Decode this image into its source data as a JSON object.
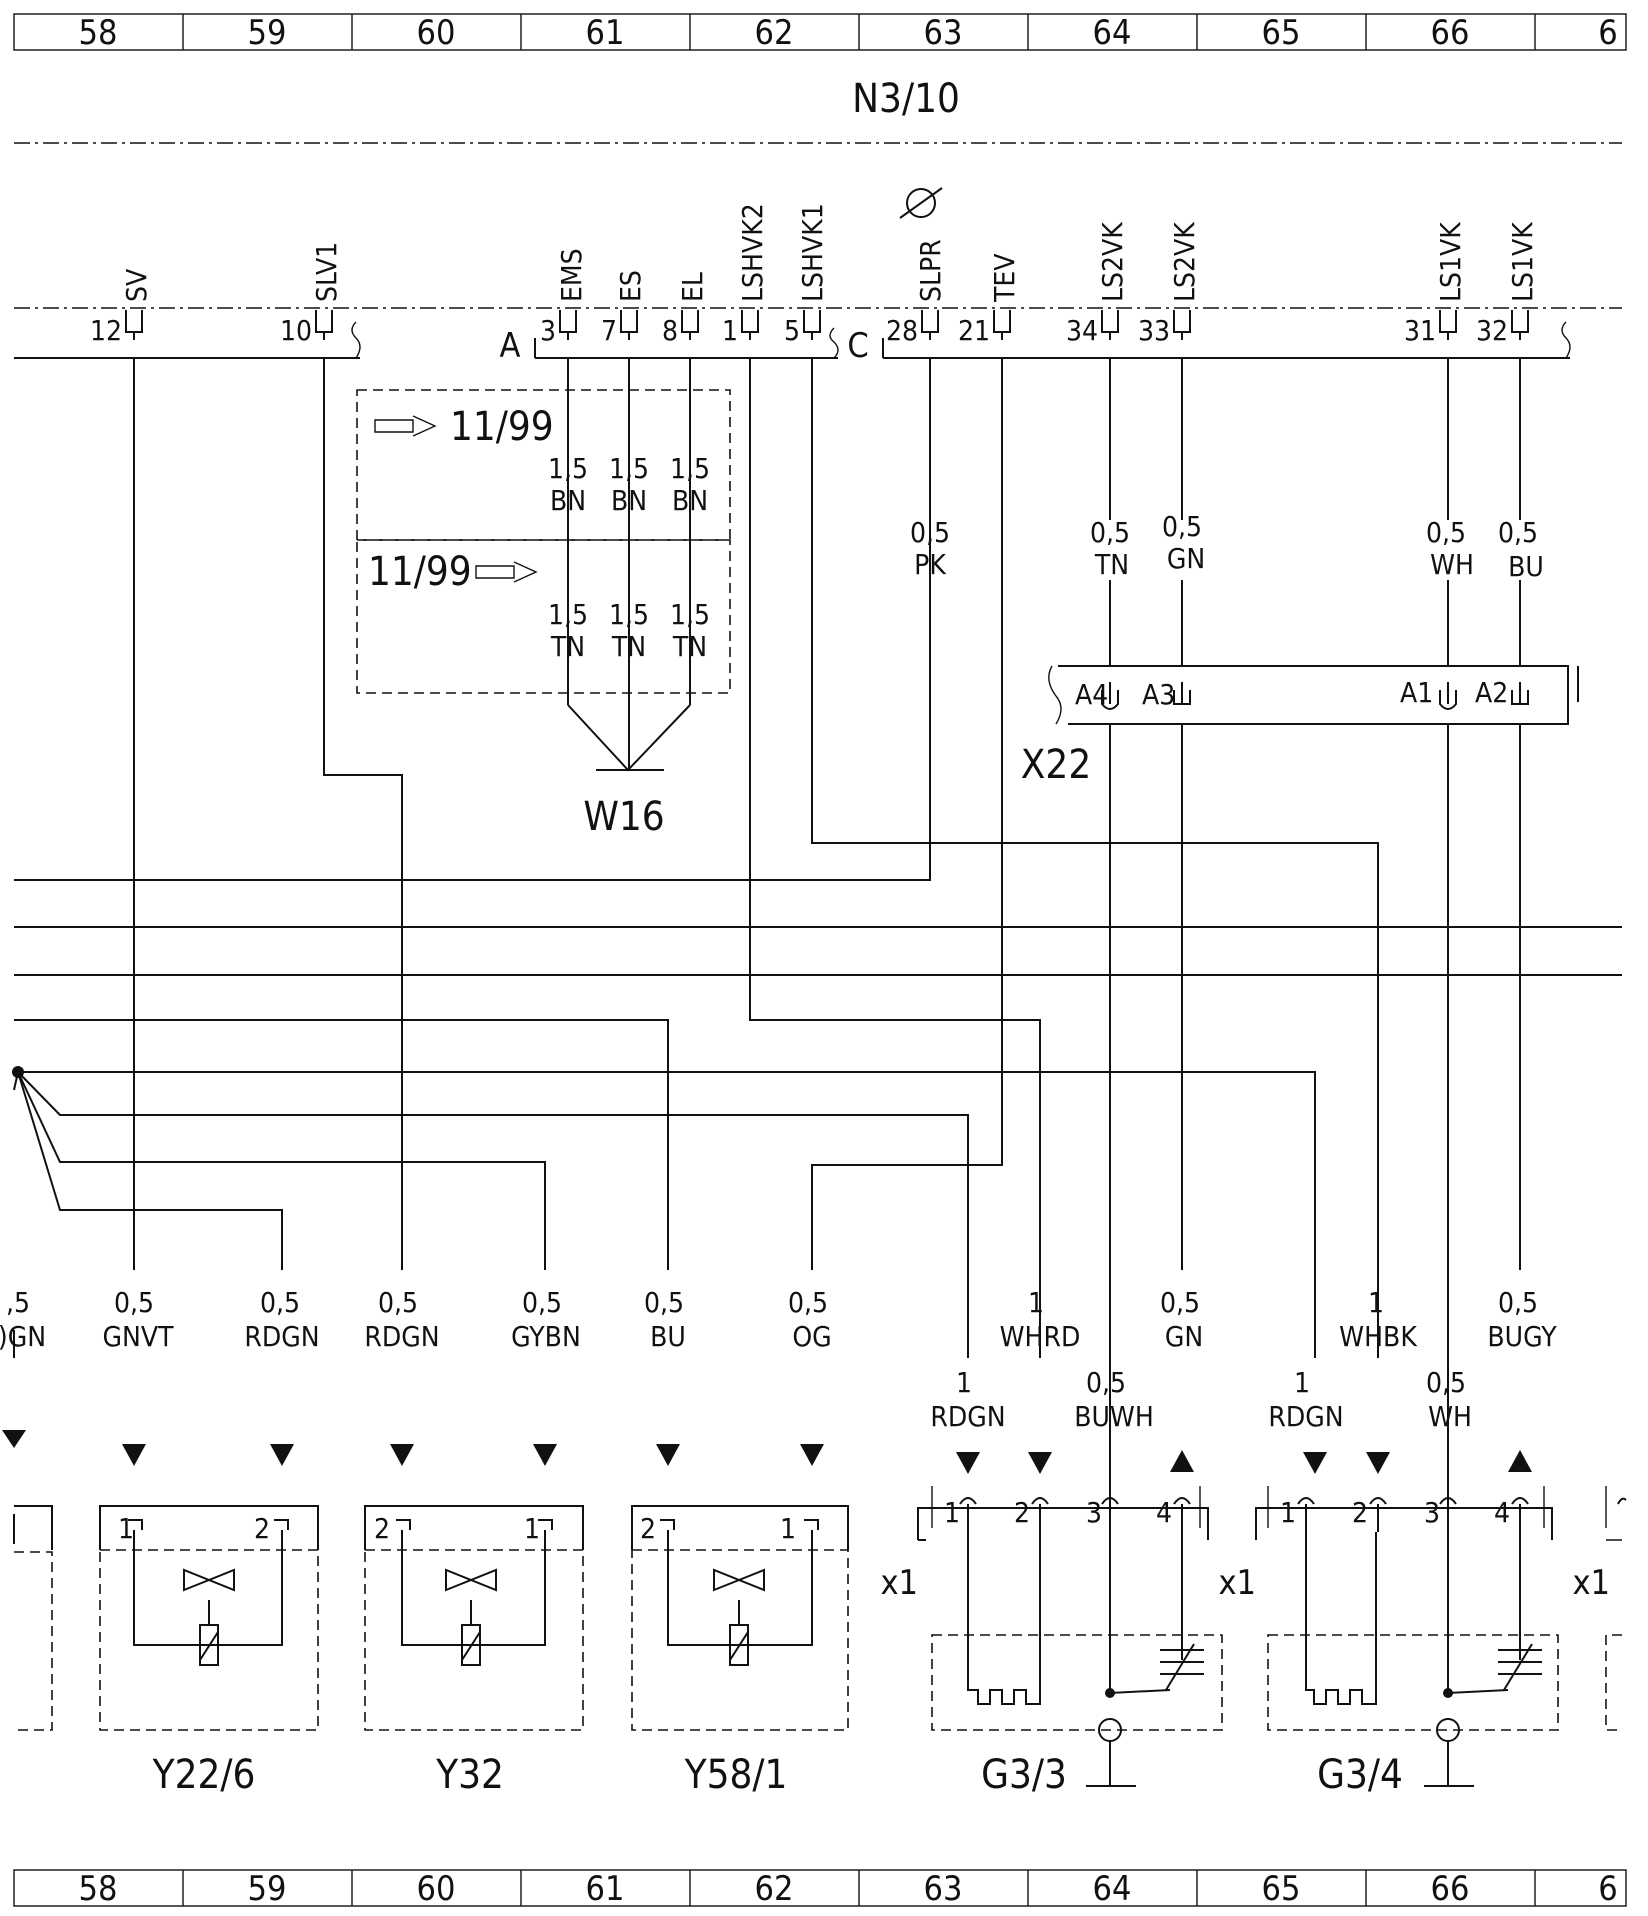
{
  "grid": [
    "58",
    "59",
    "60",
    "61",
    "62",
    "63",
    "64",
    "65",
    "66",
    "6"
  ],
  "title": "N3/10",
  "connectors": {
    "a": "A",
    "c": "C",
    "x22": "X22",
    "x1": "x1"
  },
  "ground_label": "W16",
  "date_note": "11/99",
  "pins_top": [
    {
      "name": "SV",
      "num": "12"
    },
    {
      "name": "SLV1",
      "num": "10"
    },
    {
      "name": "EMS",
      "num": "3"
    },
    {
      "name": "ES",
      "num": "7"
    },
    {
      "name": "EL",
      "num": "8"
    },
    {
      "name": "LSHVK2",
      "num": "1"
    },
    {
      "name": "LSHVK1",
      "num": "5"
    },
    {
      "name": "SLPR",
      "num": "28"
    },
    {
      "name": "TEV",
      "num": "21"
    },
    {
      "name": "LS2VK",
      "num": "34"
    },
    {
      "name": "LS2VK",
      "num": "33"
    },
    {
      "name": "LS1VK",
      "num": "31"
    },
    {
      "name": "LS1VK",
      "num": "32"
    }
  ],
  "w16_wires": [
    {
      "s1": "1,5",
      "c1": "BN",
      "s2": "1,5",
      "c2": "TN"
    },
    {
      "s1": "1,5",
      "c1": "BN",
      "s2": "1,5",
      "c2": "TN"
    },
    {
      "s1": "1,5",
      "c1": "BN",
      "s2": "1,5",
      "c2": "TN"
    }
  ],
  "upper_wires": [
    {
      "size": "0,5",
      "color": "PK"
    },
    {
      "size": "0,5",
      "color": "TN"
    },
    {
      "size": "0,5",
      "color": "GN"
    },
    {
      "size": "0,5",
      "color": "WH"
    },
    {
      "size": "0,5",
      "color": "BU"
    }
  ],
  "x22_pins": [
    "A4",
    "A3",
    "A1",
    "A2"
  ],
  "lower_wires": [
    {
      "size": ",5",
      "color": ")GN"
    },
    {
      "size": "0,5",
      "color": "GNVT"
    },
    {
      "size": "0,5",
      "color": "RDGN"
    },
    {
      "size": "0,5",
      "color": "RDGN"
    },
    {
      "size": "0,5",
      "color": "GYBN"
    },
    {
      "size": "0,5",
      "color": "BU"
    },
    {
      "size": "0,5",
      "color": "OG"
    },
    {
      "size": "1",
      "color": "WHRD"
    },
    {
      "size": "0,5",
      "color": "GN"
    },
    {
      "size": "1",
      "color": "WHBK"
    },
    {
      "size": "0,5",
      "color": "BUGY"
    }
  ],
  "sensor_wires": [
    {
      "size": "1",
      "color": "RDGN"
    },
    {
      "size": "0,5",
      "color": "BUWH"
    },
    {
      "size": "1",
      "color": "RDGN"
    },
    {
      "size": "0,5",
      "color": "WH"
    }
  ],
  "valve_pins": [
    {
      "left": "1",
      "right": "2"
    },
    {
      "left": "2",
      "right": "1"
    },
    {
      "left": "2",
      "right": "1"
    }
  ],
  "sensor_pins": [
    "1",
    "2",
    "3",
    "4"
  ],
  "components": [
    "Y22/6",
    "Y32",
    "Y58/1",
    "G3/3",
    "G3/4"
  ]
}
